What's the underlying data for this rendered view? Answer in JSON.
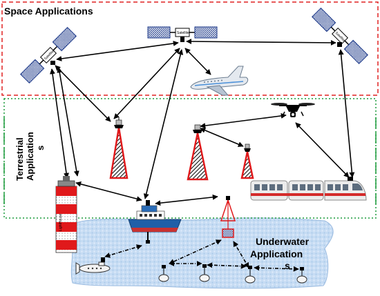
{
  "regions": {
    "space": {
      "label": "Space Applications",
      "color": "#e02020"
    },
    "terrestrial": {
      "label_line1": "Terrestrial",
      "label_line2": "Application",
      "label_line3": "s",
      "color": "#1a9a3a"
    },
    "underwater": {
      "label_line1": "Underwater",
      "label_line2": "Application",
      "label_line3": "s",
      "color": "#bcd6f2"
    }
  },
  "nodes": {
    "satellite_left": {
      "label": "Satellite"
    },
    "satellite_center": {
      "label": "Satellite"
    },
    "satellite_right": {
      "label": "Satellite"
    },
    "lighthouse": {
      "label": "LightHouse"
    }
  },
  "colors": {
    "tower_red": "#e0191b",
    "lighthouse_red": "#e0191b",
    "train_red": "#d42b2b",
    "ship_blue": "#1f5fa8",
    "ship_red": "#c73232"
  }
}
